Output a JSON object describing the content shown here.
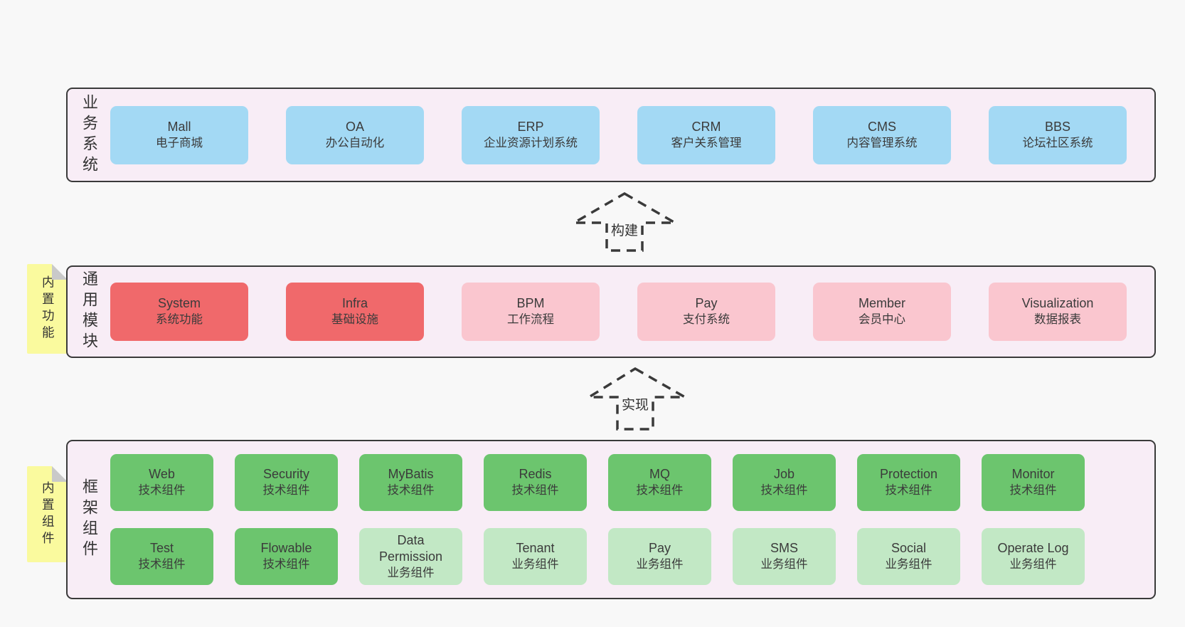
{
  "colors": {
    "page_bg": "#f8f8f8",
    "panel_bg": "#f8edf6",
    "panel_border": "#3a3a3a",
    "business_box": "#a3d9f4",
    "core_module_box": "#f0696b",
    "optional_module_box": "#fac6cf",
    "tech_component_box": "#6cc56e",
    "biz_component_box": "#c2e8c5",
    "note_bg": "#fafa9e",
    "note_fold": "#c9c9c9",
    "text": "#3b3b3b"
  },
  "arrows": [
    {
      "label": "构建"
    },
    {
      "label": "实现"
    }
  ],
  "sections": {
    "business": {
      "label": "业务系统",
      "boxes": [
        {
          "name": "Mall",
          "desc": "电子商城"
        },
        {
          "name": "OA",
          "desc": "办公自动化"
        },
        {
          "name": "ERP",
          "desc": "企业资源计划系统"
        },
        {
          "name": "CRM",
          "desc": "客户关系管理"
        },
        {
          "name": "CMS",
          "desc": "内容管理系统"
        },
        {
          "name": "BBS",
          "desc": "论坛社区系统"
        }
      ]
    },
    "modules": {
      "label": "通用模块",
      "note": "内置功能",
      "boxes": [
        {
          "name": "System",
          "desc": "系统功能"
        },
        {
          "name": "Infra",
          "desc": "基础设施"
        },
        {
          "name": "BPM",
          "desc": "工作流程"
        },
        {
          "name": "Pay",
          "desc": "支付系统"
        },
        {
          "name": "Member",
          "desc": "会员中心"
        },
        {
          "name": "Visualization",
          "desc": "数据报表"
        }
      ]
    },
    "framework": {
      "label": "框架组件",
      "note": "内置组件",
      "rows": [
        [
          {
            "name": "Web",
            "desc": "技术组件"
          },
          {
            "name": "Security",
            "desc": "技术组件"
          },
          {
            "name": "MyBatis",
            "desc": "技术组件"
          },
          {
            "name": "Redis",
            "desc": "技术组件"
          },
          {
            "name": "MQ",
            "desc": "技术组件"
          },
          {
            "name": "Job",
            "desc": "技术组件"
          },
          {
            "name": "Protection",
            "desc": "技术组件"
          },
          {
            "name": "Monitor",
            "desc": "技术组件"
          }
        ],
        [
          {
            "name": "Test",
            "desc": "技术组件"
          },
          {
            "name": "Flowable",
            "desc": "技术组件"
          },
          {
            "name": "Data Permission",
            "desc": "业务组件"
          },
          {
            "name": "Tenant",
            "desc": "业务组件"
          },
          {
            "name": "Pay",
            "desc": "业务组件"
          },
          {
            "name": "SMS",
            "desc": "业务组件"
          },
          {
            "name": "Social",
            "desc": "业务组件"
          },
          {
            "name": "Operate Log",
            "desc": "业务组件"
          }
        ]
      ]
    }
  }
}
